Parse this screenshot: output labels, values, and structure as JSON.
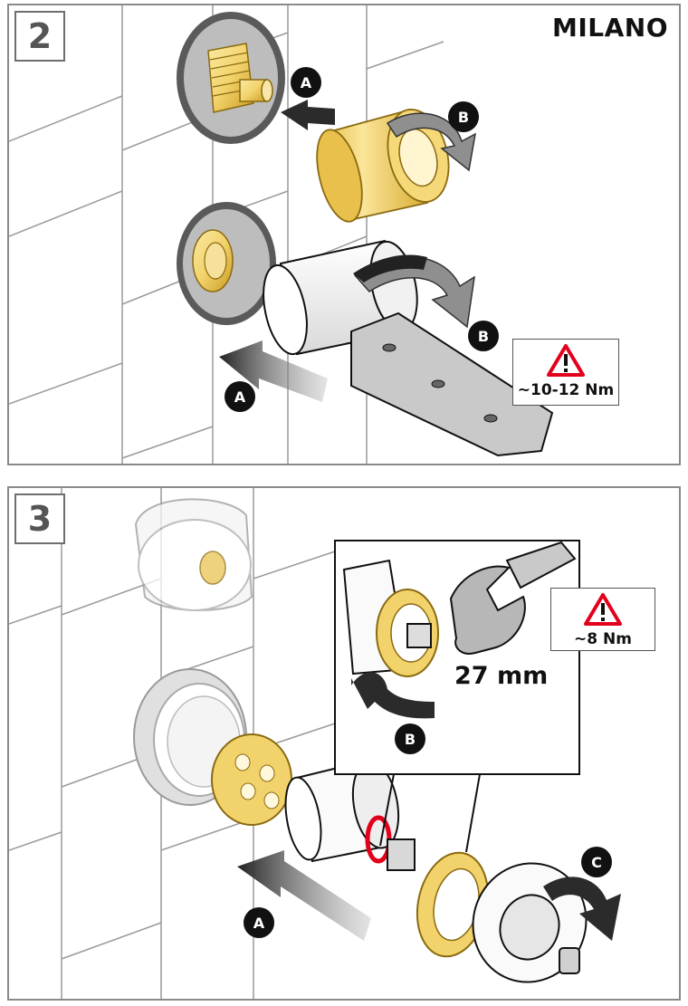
{
  "panel2": {
    "step_number": "2",
    "brand": "MILANO",
    "labels": {
      "a_top": "A",
      "b_top": "B",
      "b_bottom": "B",
      "a_bottom": "A"
    },
    "torque": "~10-12 Nm"
  },
  "panel3": {
    "step_number": "3",
    "labels": {
      "b_inset": "B",
      "a": "A",
      "c": "C"
    },
    "wrench_size": "27 mm",
    "torque": "~8 Nm"
  },
  "colors": {
    "gold": "#f2d36b",
    "gold_dark": "#b8901c",
    "badge": "#111111",
    "warning_red": "#e3001b",
    "tile_line": "#9a9a9a",
    "seal_gray": "#8c8c8c"
  },
  "icons": {
    "warning": "warning-triangle-icon",
    "arrow": "push-arrow-icon",
    "rotate": "rotate-arrow-icon",
    "wrench": "wrench-icon"
  }
}
